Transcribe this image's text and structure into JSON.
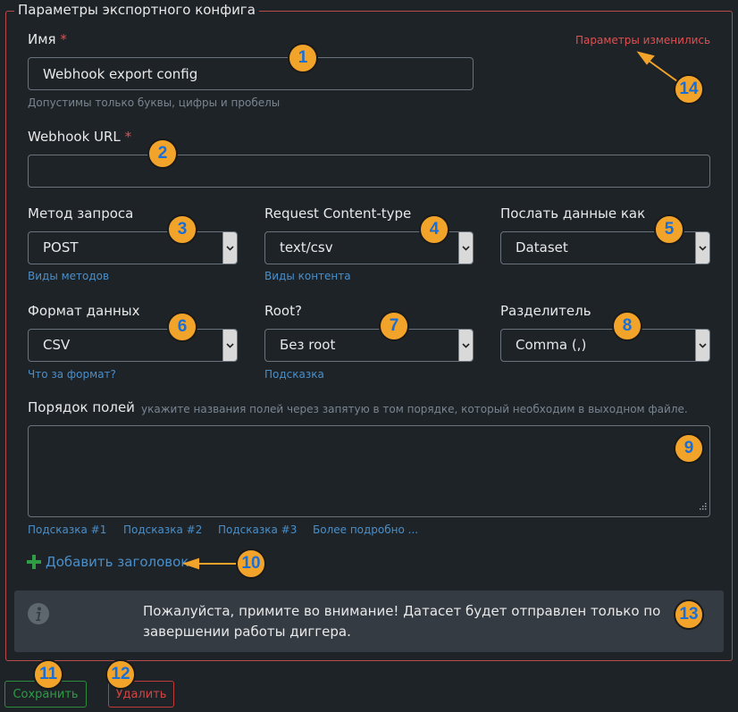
{
  "form": {
    "legend": "Параметры экспортного конфига",
    "params_changed": "Параметры изменились"
  },
  "name": {
    "label": "Имя",
    "required": "*",
    "value": "Webhook export config",
    "help": "Допустимы только буквы, цифры и пробелы"
  },
  "webhook_url": {
    "label": "Webhook URL",
    "required": "*",
    "value": ""
  },
  "request_method": {
    "label": "Метод запроса",
    "value": "POST",
    "help_link": "Виды методов"
  },
  "content_type": {
    "label": "Request Content-type",
    "value": "text/csv",
    "help_link": "Виды контента"
  },
  "send_as": {
    "label": "Послать данные как",
    "value": "Dataset"
  },
  "data_format": {
    "label": "Формат данных",
    "value": "CSV",
    "help_link": "Что за формат?"
  },
  "root": {
    "label": "Root?",
    "value": "Без root",
    "help_link": "Подсказка"
  },
  "delimiter": {
    "label": "Разделитель",
    "value": "Comma (,)"
  },
  "field_order": {
    "label": "Порядок полей",
    "hint": "укажите названия полей через запятую в том порядке, который необходим в выходном файле.",
    "value": "",
    "hints": [
      "Подсказка #1",
      "Подсказка #2",
      "Подсказка #3",
      "Более подробно ..."
    ]
  },
  "add_header": {
    "label": "Добавить заголовок",
    "icon": "plus-icon"
  },
  "notice": {
    "icon": "info-icon",
    "text": "Пожалуйста, примите во внимание! Датасет будет отправлен только по завершении работы диггера."
  },
  "buttons": {
    "save": "Сохранить",
    "delete": "Удалить"
  },
  "badges": [
    "1",
    "2",
    "3",
    "4",
    "5",
    "6",
    "7",
    "8",
    "9",
    "10",
    "11",
    "12",
    "13",
    "14"
  ],
  "colors": {
    "background": "#1e2328",
    "border_accent": "#b84a4a",
    "link": "#4a8fc9",
    "required": "#e05050",
    "badge_fill": "#f2a32a",
    "badge_text": "#1a6fd6",
    "save": "#2e9d44",
    "delete": "#d04545"
  }
}
